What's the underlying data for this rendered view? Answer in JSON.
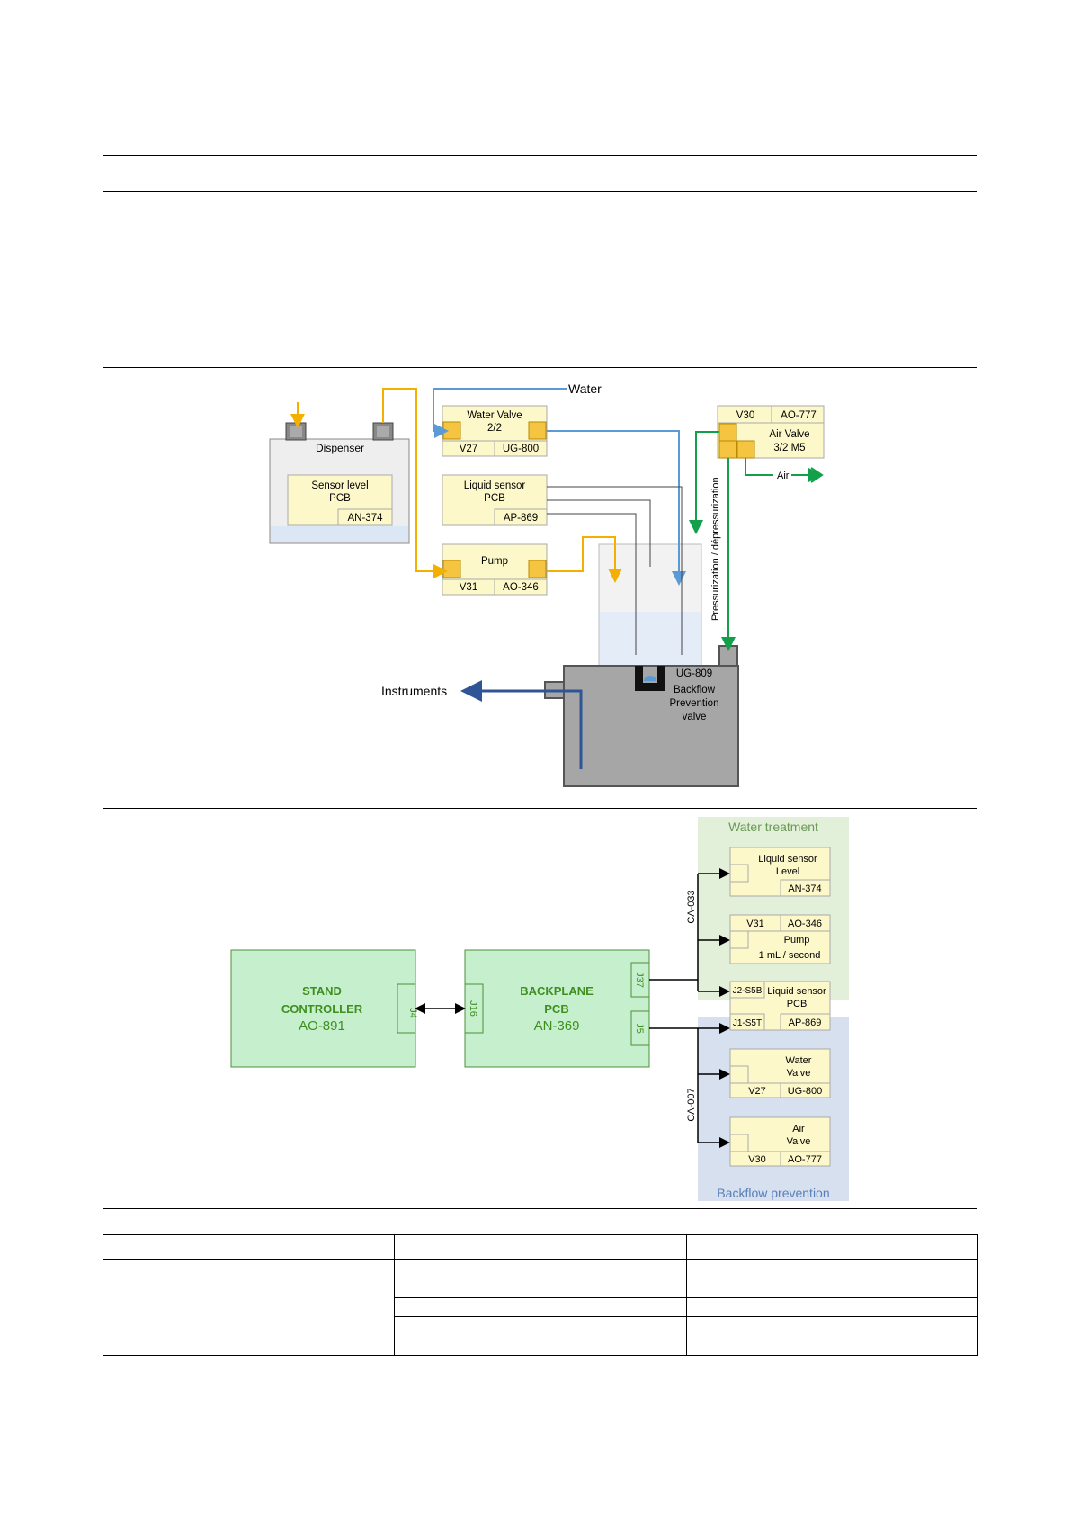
{
  "hydraulic": {
    "water_label": "Water",
    "air_label": "Air",
    "instruments_label": "Instruments",
    "pressurization_label": "Pressurization / dépressurization",
    "dispenser": {
      "label": "Dispenser"
    },
    "sensor_level_pcb": {
      "line1": "Sensor level",
      "line2": "PCB",
      "ref": "AN-374"
    },
    "water_valve": {
      "line1": "Water Valve",
      "line2": "2/2",
      "tag": "V27",
      "ref": "UG-800"
    },
    "liquid_sensor_pcb": {
      "line1": "Liquid sensor",
      "line2": "PCB",
      "ref": "AP-869"
    },
    "pump": {
      "label": "Pump",
      "tag": "V31",
      "ref": "AO-346"
    },
    "air_valve": {
      "tag": "V30",
      "ref": "AO-777",
      "line1": "Air Valve",
      "line2": "3/2 M5"
    },
    "backflow_valve": {
      "ref": "UG-809",
      "line1": "Backflow",
      "line2": "Prevention",
      "line3": "valve"
    }
  },
  "wiring": {
    "stand_controller": {
      "line1": "STAND",
      "line2": "CONTROLLER",
      "ref": "AO-891",
      "connector": "J4"
    },
    "backplane": {
      "line1": "BACKPLANE",
      "line2": "PCB",
      "ref": "AN-369",
      "conn_left": "J16",
      "conn_top": "J37",
      "conn_bottom": "J5"
    },
    "cable_top": "CA-033",
    "cable_bottom": "CA-007",
    "group_water_treatment": "Water treatment",
    "group_backflow_prevention": "Backflow prevention",
    "liquid_sensor_level": {
      "line1": "Liquid sensor",
      "line2": "Level",
      "ref": "AN-374"
    },
    "pump_card": {
      "tag": "V31",
      "ref": "AO-346",
      "line1": "Pump",
      "line2": "1 mL / second"
    },
    "liquid_sensor_pcb": {
      "conn_top": "J2-S5B",
      "conn_bottom": "J1-S5T",
      "line1": "Liquid sensor",
      "line2": "PCB",
      "ref": "AP-869"
    },
    "water_valve_card": {
      "line1": "Water",
      "line2": "Valve",
      "tag": "V27",
      "ref": "UG-800"
    },
    "air_valve_card": {
      "line1": "Air",
      "line2": "Valve",
      "tag": "V30",
      "ref": "AO-777"
    }
  },
  "colors": {
    "yellow_fill": "#fdf8c9",
    "yellow_port": "#f5c542",
    "orange_pipe": "#f4b000",
    "water_pipe": "#5b9bd5",
    "air_pipe": "#12a04a",
    "dark_pipe": "#2f5597",
    "green_box": "#c6efce",
    "green_text": "#3f8f1f",
    "water_treatment_bg": "#e2efd9",
    "backflow_bg": "#d6e0ef",
    "tank_gray": "#a6a6a6"
  }
}
